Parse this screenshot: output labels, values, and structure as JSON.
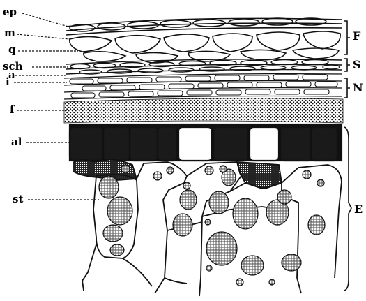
{
  "left_labels": [
    {
      "id": "ep",
      "text": "ep"
    },
    {
      "id": "m",
      "text": "m"
    },
    {
      "id": "q",
      "text": "q"
    },
    {
      "id": "sch",
      "text": "sch"
    },
    {
      "id": "a",
      "text": "a"
    },
    {
      "id": "i",
      "text": "i"
    },
    {
      "id": "f",
      "text": "f"
    },
    {
      "id": "al",
      "text": "al"
    },
    {
      "id": "st",
      "text": "st"
    }
  ],
  "bracket_labels": [
    {
      "id": "F",
      "text": "F"
    },
    {
      "id": "S",
      "text": "S"
    },
    {
      "id": "N",
      "text": "N"
    },
    {
      "id": "E",
      "text": "E"
    }
  ],
  "colors": {
    "ink": "#111111",
    "paper": "#ffffff"
  }
}
